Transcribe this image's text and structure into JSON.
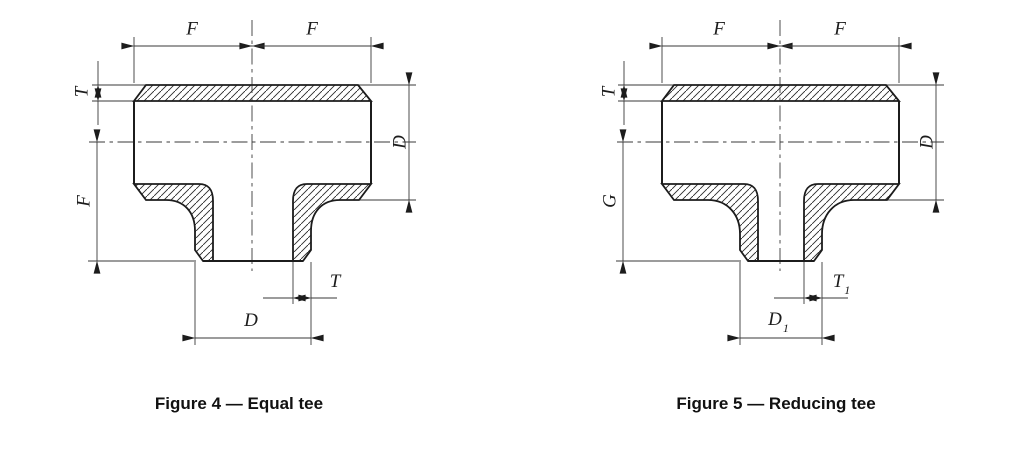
{
  "colors": {
    "background": "#ffffff",
    "ink": "#1c1c1c"
  },
  "figures": [
    {
      "caption": "Figure 4 — Equal tee",
      "dims": {
        "top_left": "F",
        "top_right": "F",
        "run_wall": "T",
        "run_od": "D",
        "branch_length": "F",
        "branch_wall": "T",
        "branch_wall_sub": "",
        "branch_od": "D",
        "branch_od_sub": ""
      }
    },
    {
      "caption": "Figure 5 — Reducing tee",
      "dims": {
        "top_left": "F",
        "top_right": "F",
        "run_wall": "T",
        "run_od": "D",
        "branch_length": "G",
        "branch_wall": "T",
        "branch_wall_sub": "1",
        "branch_od": "D",
        "branch_od_sub": "1"
      }
    }
  ]
}
